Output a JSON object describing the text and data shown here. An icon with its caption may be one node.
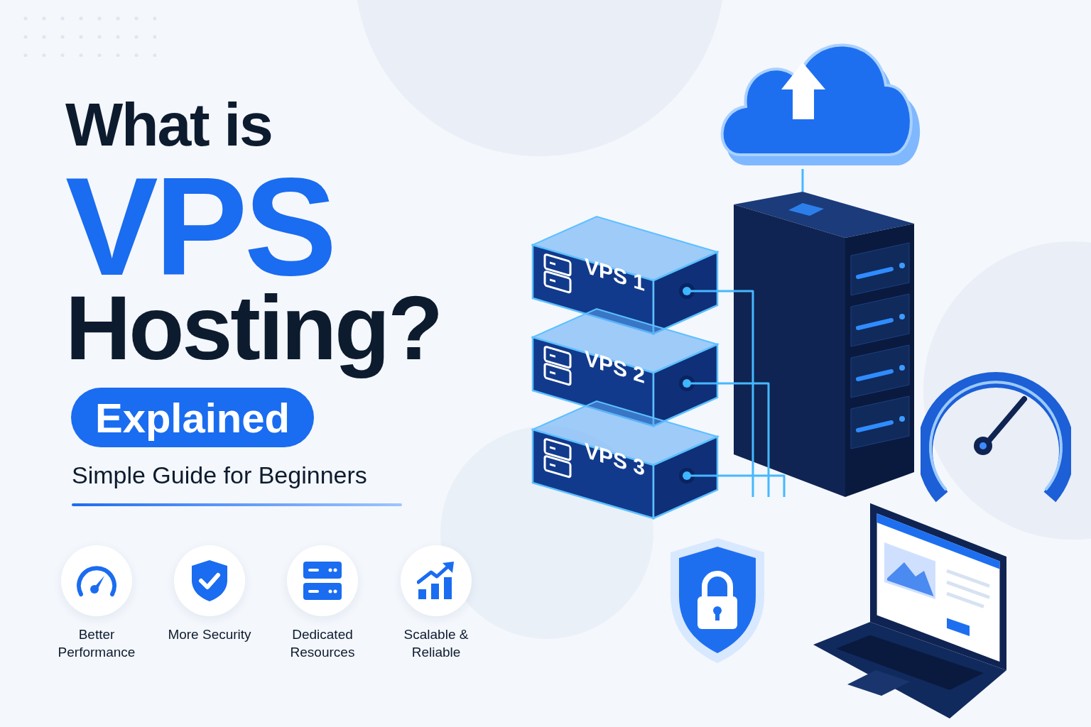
{
  "diagram": {
    "nodes": [
      {
        "text": [
          "Better Performance"
        ]
      },
      {
        "text": [
          "More Security"
        ]
      },
      {
        "text": [
          "Dedicated Resources"
        ]
      },
      {
        "text": [
          "Scalable & Reliable"
        ]
      },
      {
        "text": [],
        "shape": "cloud"
      },
      {
        "text": [],
        "shape": "picture"
      },
      {
        "text": [
          "VPS 1"
        ]
      },
      {
        "text": [
          "VPS 2"
        ]
      },
      {
        "text": [
          "VPS 3"
        ]
      }
    ],
    "edges": [
      {
        "from": 4,
        "to": 5,
        "arrow": "none"
      },
      {
        "from": 6,
        "to": 5,
        "arrow": "none"
      },
      {
        "from": 7,
        "to": 5,
        "arrow": "none"
      },
      {
        "from": 8,
        "to": 5,
        "arrow": "none"
      }
    ],
    "labels": [
      "What is",
      "VPS",
      "Hosting?",
      "Explained",
      "Simple Guide for Beginners"
    ]
  }
}
